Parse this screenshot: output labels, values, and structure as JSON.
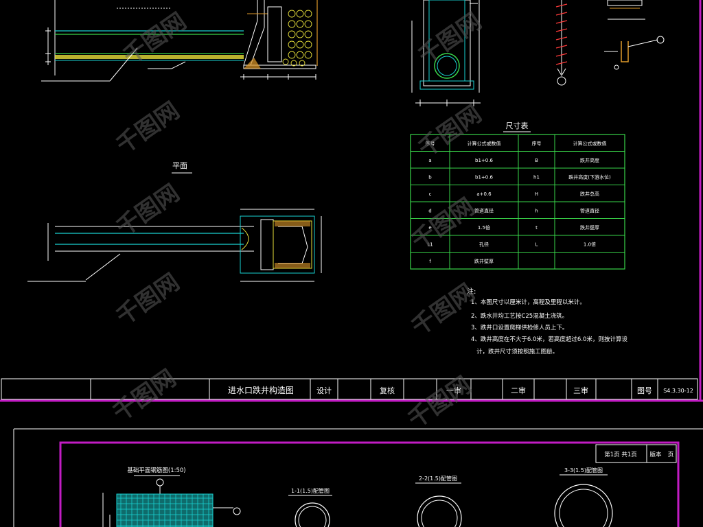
{
  "sheet1": {
    "plan_label": "平面",
    "table_title": "尺寸表",
    "table_headers": [
      "序号",
      "计算公式或数值",
      "序号",
      "计算公式或数值"
    ],
    "table_rows": [
      [
        "a",
        "b1+0.6",
        "B",
        "跌井高度"
      ],
      [
        "b",
        "b1+0.6",
        "h1",
        "跌井高度(下游水位)"
      ],
      [
        "c",
        "a+0.6",
        "H",
        "跌井总高"
      ],
      [
        "d",
        "管道直径",
        "h",
        "管道直径"
      ],
      [
        "e",
        "1.5倍",
        "t",
        "跌井壁厚"
      ],
      [
        "L1",
        "孔径",
        "L",
        "1.0倍"
      ],
      [
        "f",
        "跌井壁厚",
        "",
        ""
      ]
    ],
    "notes_title": "注:",
    "notes": [
      "1、本图尺寸以厘米计，高程及里程以米计。",
      "2、跌水井均工艺按C25混凝土浇筑。",
      "3、跌井口设置爬梯供检修人员上下。",
      "4、跌井高度在不大于6.0米，若高度超过6.0米，则按计算设",
      "   计，跌井尺寸须按照施工图册。"
    ],
    "title_block": {
      "drawing_title": "进水口跌井构造图",
      "design": "设计",
      "review": "复核",
      "check1": "一审",
      "check2": "二审",
      "check3": "三审",
      "drawing_no_label": "图号",
      "drawing_no": "S4.3.30-12"
    }
  },
  "sheet2": {
    "page_info": "第1页 共1页",
    "sheet_label": "版本",
    "sheet_value": "页",
    "rebar_plan_label": "基础平面钢筋图(1:50)",
    "section_labels": [
      "1-1(1.5)配管图",
      "2-2(1.5)配管图",
      "3-3(1.5)配管图"
    ]
  },
  "watermark": "千图网",
  "colors": {
    "frame": "#c21cc4",
    "cyan": "#19d3d3",
    "green": "#39d64a",
    "yellow": "#e8e03a",
    "orange": "#e09a2a",
    "white": "#ffffff",
    "red": "#ff3b3b"
  }
}
